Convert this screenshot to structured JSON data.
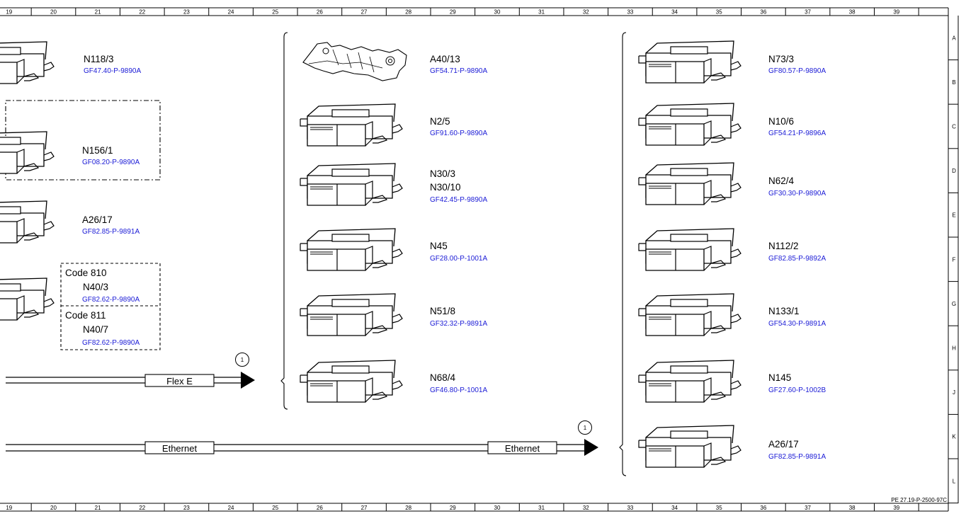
{
  "ruler": {
    "columns": [
      "19",
      "20",
      "21",
      "22",
      "23",
      "24",
      "25",
      "26",
      "27",
      "28",
      "29",
      "30",
      "31",
      "32",
      "33",
      "34",
      "35",
      "36",
      "37",
      "38",
      "39"
    ],
    "rows": [
      "A",
      "B",
      "C",
      "D",
      "E",
      "F",
      "G",
      "H",
      "J",
      "K",
      "L"
    ]
  },
  "doc_id": "PE 27.19-P-2500-97C",
  "components_left": [
    {
      "name": "N118/3",
      "ref": "GF47.40-P-9890A"
    },
    {
      "name": "N156/1",
      "ref": "GF08.20-P-9890A"
    },
    {
      "name": "A26/17",
      "ref": "GF82.85-P-9891A"
    }
  ],
  "variants": [
    {
      "code": "Code 810",
      "name": "N40/3",
      "ref": "GF82.62-P-9890A"
    },
    {
      "code": "Code 811",
      "name": "N40/7",
      "ref": "GF82.62-P-9890A"
    }
  ],
  "components_middle": [
    {
      "name": "A40/13",
      "ref": "GF54.71-P-9890A"
    },
    {
      "name": "N2/5",
      "ref": "GF91.60-P-9890A"
    },
    {
      "name": "N30/3",
      "name2": "N30/10",
      "ref": "GF42.45-P-9890A"
    },
    {
      "name": "N45",
      "ref": "GF28.00-P-1001A"
    },
    {
      "name": "N51/8",
      "ref": "GF32.32-P-9891A"
    },
    {
      "name": "N68/4",
      "ref": "GF46.80-P-1001A"
    }
  ],
  "components_right": [
    {
      "name": "N73/3",
      "ref": "GF80.57-P-9890A"
    },
    {
      "name": "N10/6",
      "ref": "GF54.21-P-9896A"
    },
    {
      "name": "N62/4",
      "ref": "GF30.30-P-9890A"
    },
    {
      "name": "N112/2",
      "ref": "GF82.85-P-9892A"
    },
    {
      "name": "N133/1",
      "ref": "GF54.30-P-9891A"
    },
    {
      "name": "N145",
      "ref": "GF27.60-P-1002B"
    },
    {
      "name": "A26/17",
      "ref": "GF82.85-P-9891A"
    }
  ],
  "buses": {
    "flex": {
      "label": "Flex E",
      "marker": "1"
    },
    "ethernet": {
      "label_left": "Ethernet",
      "label_right": "Ethernet",
      "marker": "1"
    }
  },
  "colors": {
    "reference_text": "#1a1ad6",
    "line": "#000000"
  }
}
